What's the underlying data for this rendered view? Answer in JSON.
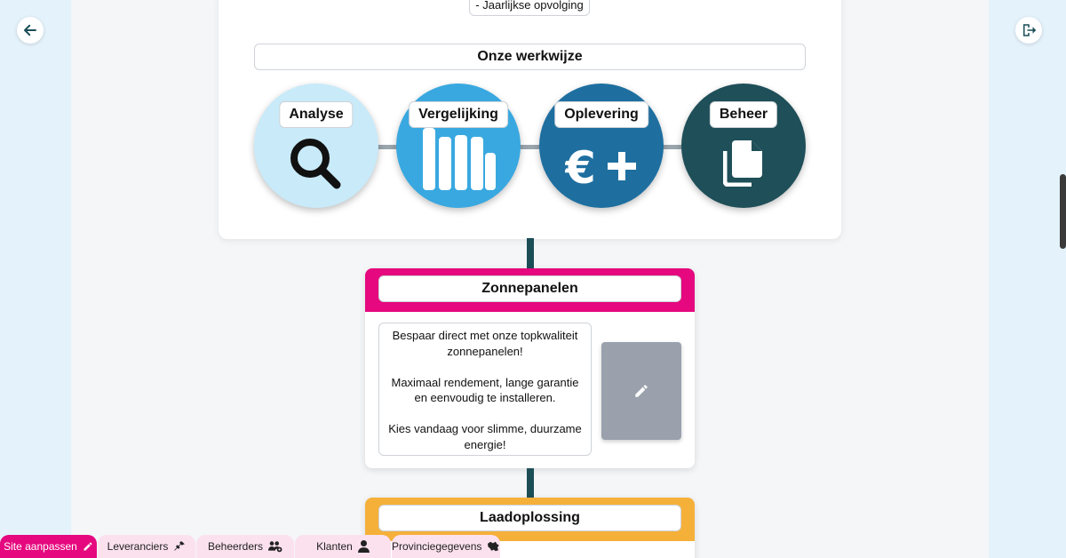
{
  "nav": {
    "back_icon": "arrow-left-icon",
    "logout_icon": "logout-icon"
  },
  "top_card": {
    "prev_text": "- Jaarlijkse opvolging",
    "section_title": "Onze werkwijze",
    "steps": [
      {
        "label": "Analyse",
        "icon": "magnifier-icon",
        "color": "#c8eaf9"
      },
      {
        "label": "Vergelijking",
        "icon": "bar-chart-icon",
        "color": "#39a8e0"
      },
      {
        "label": "Oplevering",
        "icon": "euro-plus-icon",
        "color": "#1e6fa0"
      },
      {
        "label": "Beheer",
        "icon": "documents-icon",
        "color": "#1f4f59"
      }
    ]
  },
  "products": [
    {
      "title": "Zonnepanelen",
      "color": "#e5087e",
      "description": "Bespaar direct met onze topkwaliteit zonnepanelen!\n\nMaximaal rendement, lange garantie en eenvoudig te installeren.\n\nKies vandaag voor slimme, duurzame energie!"
    },
    {
      "title": "Laadoplossing",
      "color": "#f5b03a"
    }
  ],
  "bottom_tabs": [
    {
      "label": "Site aanpassen",
      "icon": "pencil-icon",
      "active": true
    },
    {
      "label": "Leveranciers",
      "icon": "plug-icon",
      "active": false
    },
    {
      "label": "Beheerders",
      "icon": "users-gear-icon",
      "active": false
    },
    {
      "label": "Klanten",
      "icon": "user-icon",
      "active": false
    },
    {
      "label": "Provinciegegevens",
      "icon": "map-icon",
      "active": false
    }
  ],
  "colors": {
    "accent": "#e5087e",
    "background": "#e4f2fb",
    "connector": "#1c4e57"
  }
}
